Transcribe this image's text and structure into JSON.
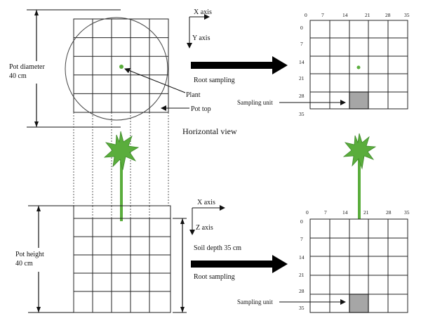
{
  "labels": {
    "pot_diameter_line1": "Pot diameter",
    "pot_diameter_line2": "40 cm",
    "pot_height_line1": "Pot height",
    "pot_height_line2": "40 cm",
    "x_axis_top": "X axis",
    "y_axis": "Y axis",
    "x_axis_bottom": "X axis",
    "z_axis": "Z axis",
    "soil_depth": "Soil depth 35 cm",
    "root_sampling_top": "Root sampling",
    "root_sampling_bottom": "Root sampling",
    "plant": "Plant",
    "pot_top": "Pot top",
    "horizontal_view": "Horizontal view",
    "sampling_unit_top": "Sampling unit",
    "sampling_unit_bottom": "Sampling unit"
  },
  "grid_ticks": {
    "top_x": [
      "0",
      "7",
      "14",
      "21",
      "28",
      "35"
    ],
    "top_y": [
      "0",
      "7",
      "14",
      "21",
      "28",
      "35"
    ],
    "bottom_x": [
      "0",
      "7",
      "14",
      "21",
      "28",
      "35"
    ],
    "bottom_y": [
      "0",
      "7",
      "14",
      "21",
      "28",
      "35"
    ]
  },
  "colors": {
    "plant": "#5aad3c",
    "plant_dark": "#3f8a2a",
    "sampling_unit": "#a6a6a6",
    "grid": "#222222"
  }
}
